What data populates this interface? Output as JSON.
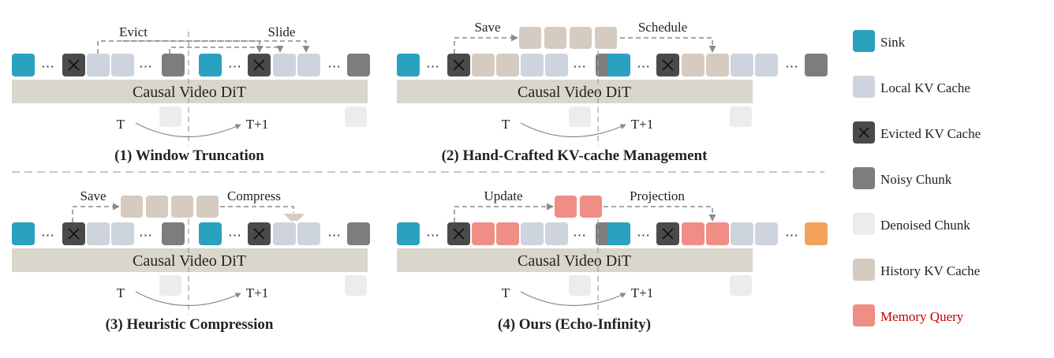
{
  "dit_label": "Causal Video DiT",
  "time_before": "T",
  "time_after": "T+1",
  "ellipsis": "⋯",
  "panels": [
    {
      "caption": "(1) Window Truncation",
      "op1": "Evict",
      "op2": "Slide"
    },
    {
      "caption": "(2) Hand-Crafted KV-cache Management",
      "op1": "Save",
      "op2": "Schedule"
    },
    {
      "caption": "(3) Heuristic Compression",
      "op1": "Save",
      "op2": "Compress"
    },
    {
      "caption": "(4) Ours (Echo-Infinity)",
      "op1": "Update",
      "op2": "Projection"
    }
  ],
  "legend": [
    {
      "label": "Sink",
      "color": "#2aa1bf",
      "icon": "sink-swatch"
    },
    {
      "label": "Local KV Cache",
      "color": "#cdd4dd",
      "icon": "local-kv-swatch"
    },
    {
      "label": "Evicted KV Cache",
      "color": "#4a4a4a",
      "icon": "evicted-x-swatch"
    },
    {
      "label": "Noisy Chunk",
      "color": "#7d7d7d",
      "icon": "noisy-swatch"
    },
    {
      "label": "Denoised Chunk",
      "color": "#ececea",
      "icon": "denoised-swatch"
    },
    {
      "label": "History KV Cache",
      "color": "#d6cbc0",
      "icon": "history-kv-swatch"
    },
    {
      "label": "Memory Query",
      "color": "#f08d85",
      "text_color": "#c00000",
      "icon": "memory-query-swatch"
    }
  ],
  "colors": {
    "dit_bar": "#d9d6cc",
    "output_chunk": "#f3a25c",
    "connector": "#8a8a8a",
    "divider": "#b5b5b5"
  }
}
